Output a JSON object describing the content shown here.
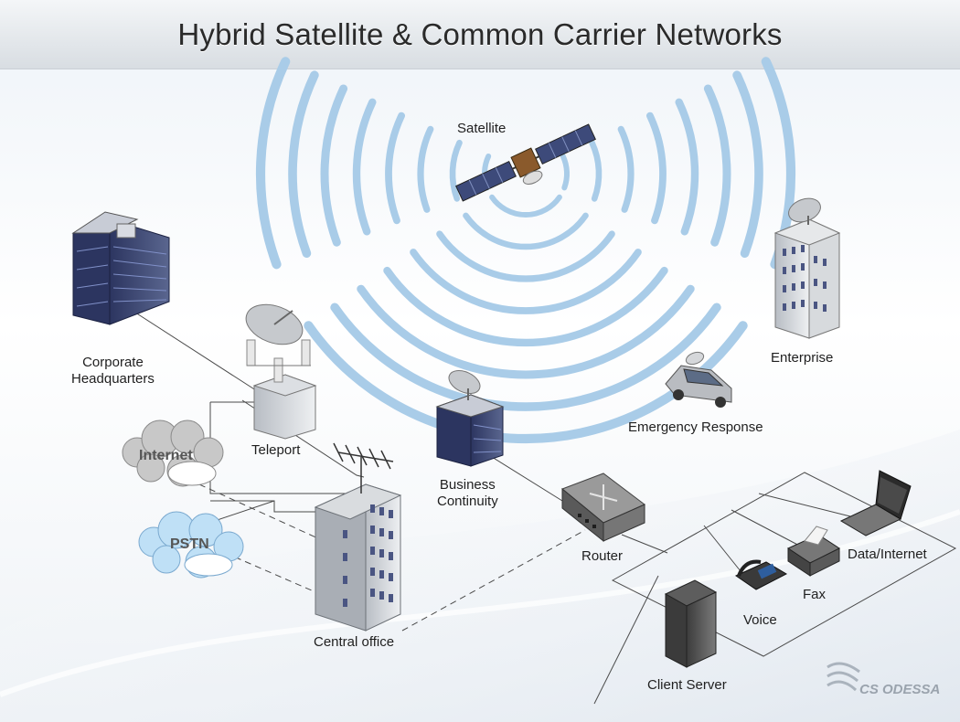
{
  "title": "Hybrid Satellite & Common Carrier Networks",
  "colors": {
    "wave": "#a9cce8",
    "building_dark": "#3a4470",
    "building_light": "#c9ced4",
    "line": "#444444",
    "cloud_internet": "#c9c9c9",
    "cloud_pstn": "#bfe0f6"
  },
  "nodes": {
    "satellite": "Satellite",
    "corporate_hq": "Corporate\nHeadquarters",
    "teleport": "Teleport",
    "internet": "Internet",
    "pstn": "PSTN",
    "central_office": "Central office",
    "business_continuity": "Business\nContinuity",
    "router": "Router",
    "enterprise": "Enterprise",
    "emergency_response": "Emergency Response",
    "client_server": "Client Server",
    "voice": "Voice",
    "fax": "Fax",
    "data_internet": "Data/Internet"
  },
  "logo_text": "CS ODESSA"
}
